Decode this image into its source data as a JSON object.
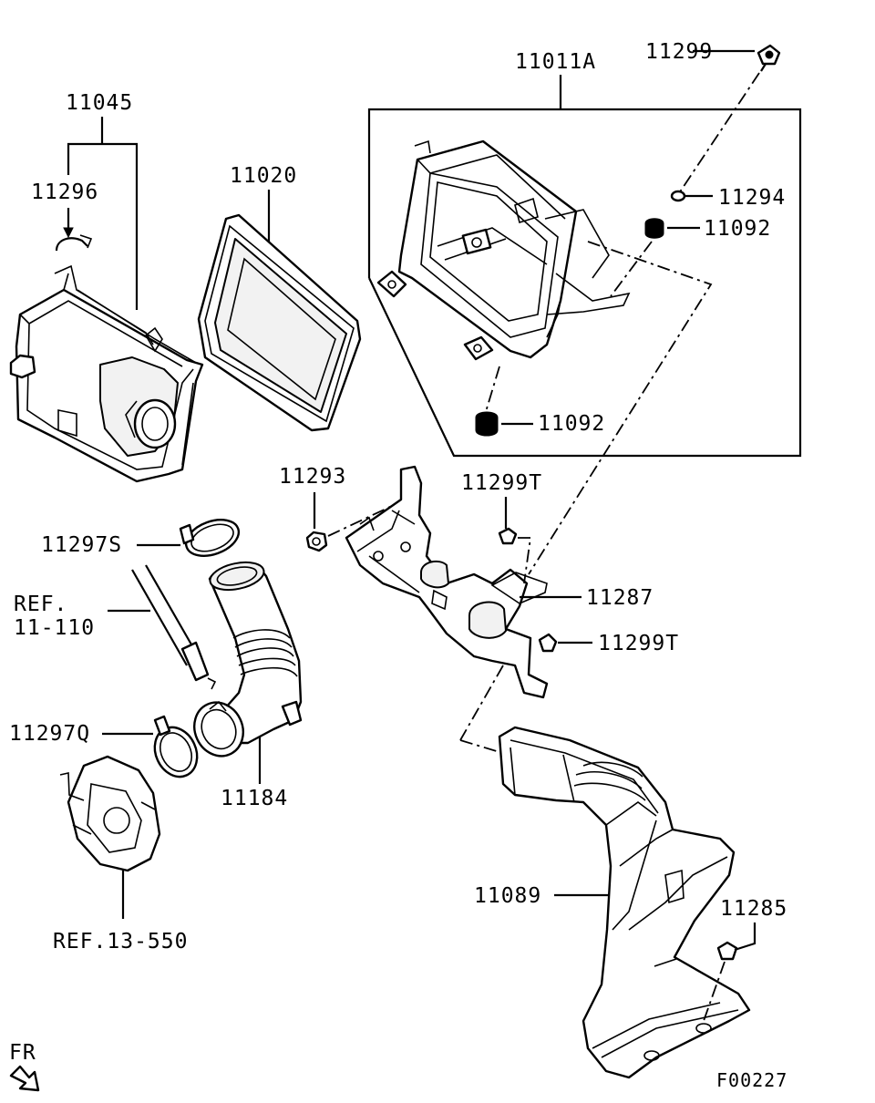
{
  "labels": {
    "p11011A": "11011A",
    "p11299": "11299",
    "p11045": "11045",
    "p11020": "11020",
    "p11296": "11296",
    "p11294": "11294",
    "p11092_top": "11092",
    "p11092_bottom": "11092",
    "p11293": "11293",
    "p11299T_top": "11299T",
    "p11297S": "11297S",
    "ref_11_110_line1": "REF.",
    "ref_11_110_line2": "11-110",
    "p11287": "11287",
    "p11299T_bottom": "11299T",
    "p11297Q": "11297Q",
    "p11184": "11184",
    "p11089": "11089",
    "p11285": "11285",
    "ref_13_550": "REF.13-550",
    "fr": "FR",
    "figure_code": "F00227"
  },
  "icons": {
    "front_arrow": "front-direction-arrow-icon"
  }
}
